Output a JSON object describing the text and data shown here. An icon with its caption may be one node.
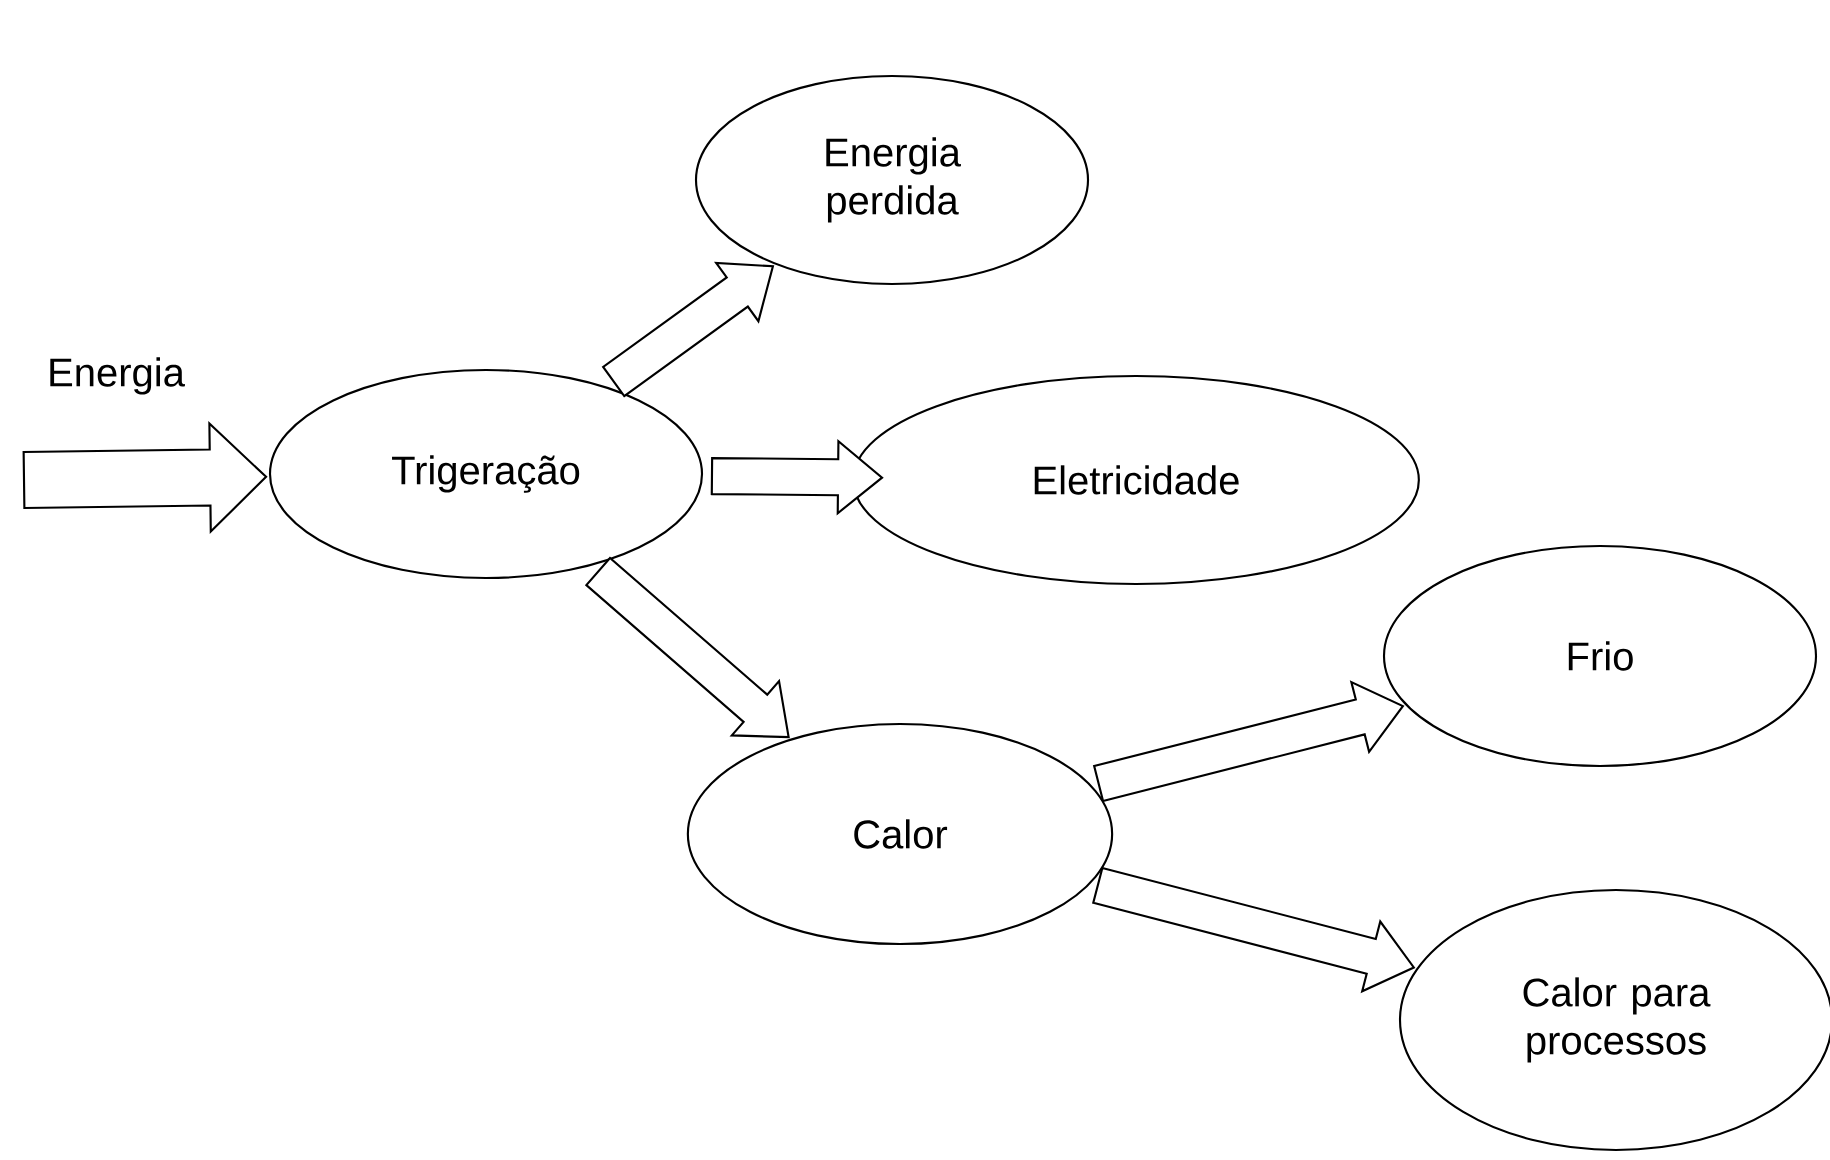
{
  "diagram": {
    "nodes": [
      {
        "text": [
          "Trigeração"
        ]
      },
      {
        "text": [
          "Energia perdida"
        ]
      },
      {
        "text": [
          "Eletricidade"
        ]
      },
      {
        "text": [
          "Calor"
        ]
      },
      {
        "text": [
          "Frio"
        ]
      },
      {
        "text": [
          "Calor para processos"
        ]
      }
    ],
    "edges": [
      {
        "from": null,
        "to": 0,
        "arrow": "to",
        "label": "Energia"
      },
      {
        "from": 0,
        "to": 1,
        "arrow": "to"
      },
      {
        "from": 0,
        "to": 2,
        "arrow": "to"
      },
      {
        "from": 0,
        "to": 3,
        "arrow": "to"
      },
      {
        "from": 3,
        "to": 4,
        "arrow": "to"
      },
      {
        "from": 3,
        "to": 5,
        "arrow": "to"
      }
    ]
  }
}
